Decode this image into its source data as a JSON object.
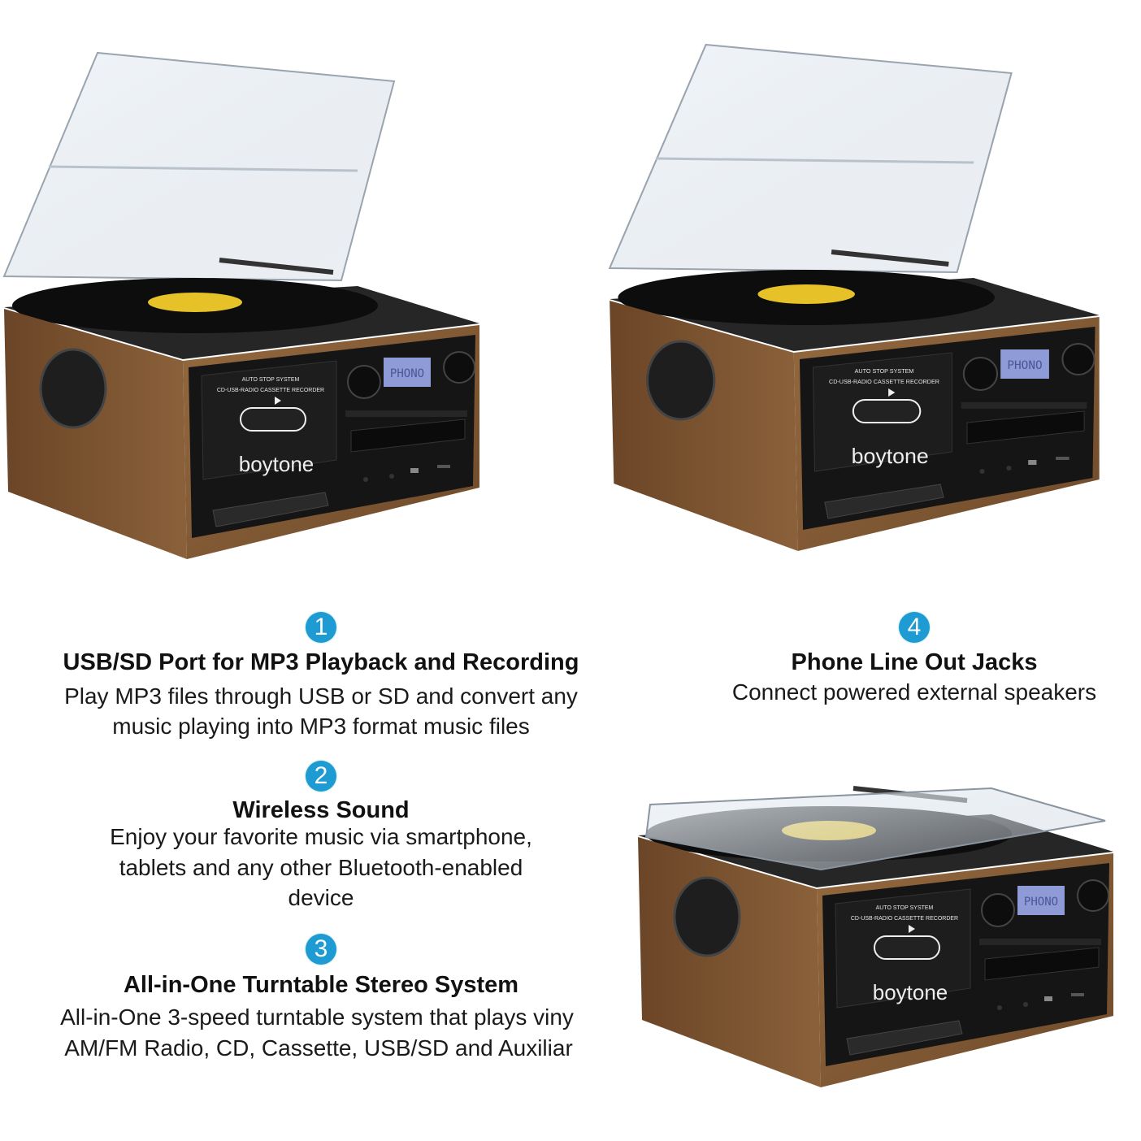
{
  "features": [
    {
      "number": "1",
      "title": "USB/SD Port for MP3 Playback and Recording",
      "lines": [
        "Play MP3 files through USB or SD and convert any",
        "music playing into MP3 format music files"
      ]
    },
    {
      "number": "2",
      "title": "Wireless Sound",
      "lines": [
        "Enjoy your favorite music via smartphone,",
        "tablets and any other Bluetooth-enabled",
        "device"
      ]
    },
    {
      "number": "3",
      "title": "All-in-One Turntable Stereo System",
      "lines": [
        "All-in-One 3-speed turntable system that plays viny",
        "AM/FM Radio, CD, Cassette, USB/SD and Auxiliar"
      ]
    },
    {
      "number": "4",
      "title": "Phone Line Out Jacks",
      "lines": [
        "Connect powered external speakers"
      ]
    }
  ],
  "product": {
    "brand": "boytone",
    "auto_stop": "AUTO STOP SYSTEM",
    "recorder": "CD-USB-RADIO CASSETTE RECORDER",
    "display": "PHONO",
    "views": [
      "open-lid-left",
      "open-lid-right",
      "closed-lid"
    ]
  },
  "colors": {
    "badge": "#1f9bd3",
    "wood": "#7d5634",
    "panel": "#151515",
    "record_label": "#e6c228",
    "display": "#8f9bd6"
  }
}
